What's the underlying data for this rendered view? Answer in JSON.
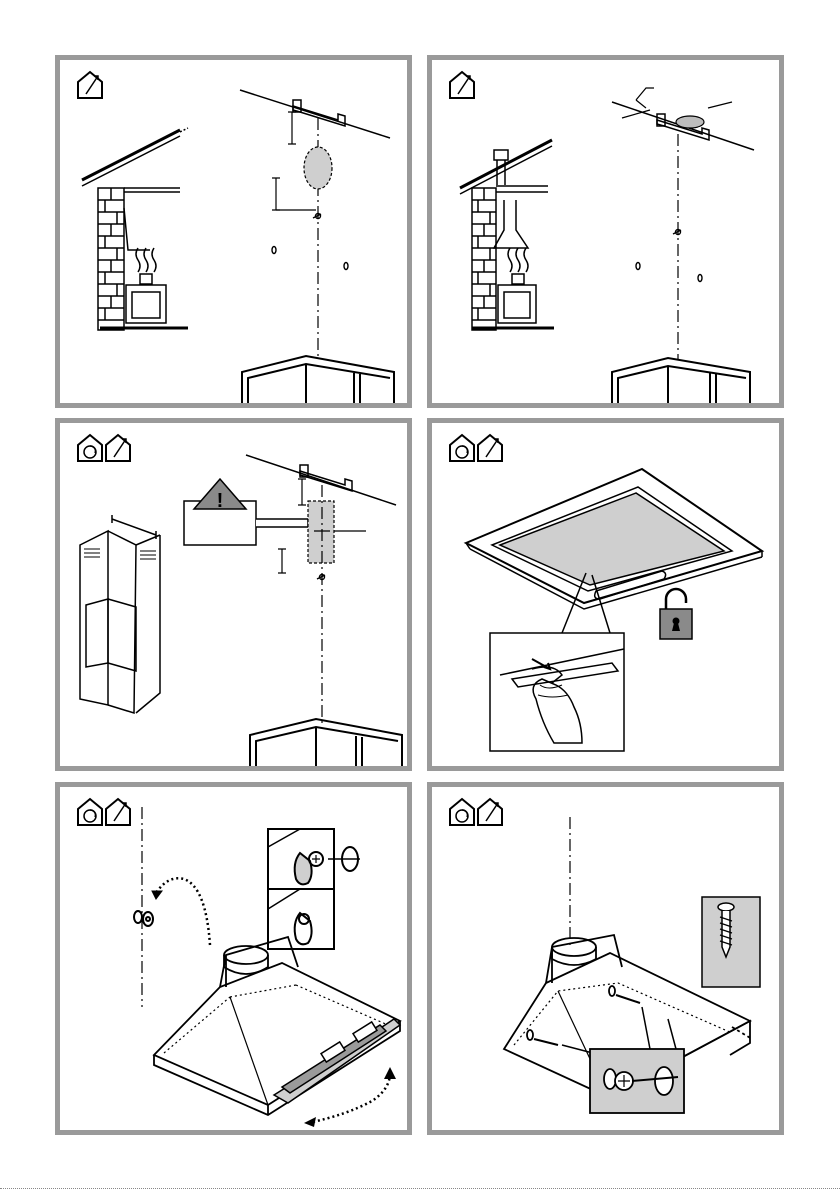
{
  "panels": [
    {
      "id": "step-1",
      "icons": [
        "outdoor-exhaust-icon"
      ],
      "warning_mark": ""
    },
    {
      "id": "step-2",
      "icons": [
        "outdoor-exhaust-icon"
      ],
      "warning_mark": ""
    },
    {
      "id": "step-3",
      "icons": [
        "recirculation-icon",
        "outdoor-exhaust-icon"
      ],
      "warning_mark": "!"
    },
    {
      "id": "step-4",
      "icons": [
        "recirculation-icon",
        "outdoor-exhaust-icon"
      ],
      "warning_mark": ""
    },
    {
      "id": "step-5",
      "icons": [
        "recirculation-icon",
        "outdoor-exhaust-icon"
      ],
      "warning_mark": ""
    },
    {
      "id": "step-6",
      "icons": [
        "recirculation-icon",
        "outdoor-exhaust-icon"
      ],
      "warning_mark": ""
    }
  ],
  "colors": {
    "frame": "#9a9a9a",
    "shade": "#cfcfcf",
    "lock": "#8a8a8a",
    "ink": "#000000"
  }
}
